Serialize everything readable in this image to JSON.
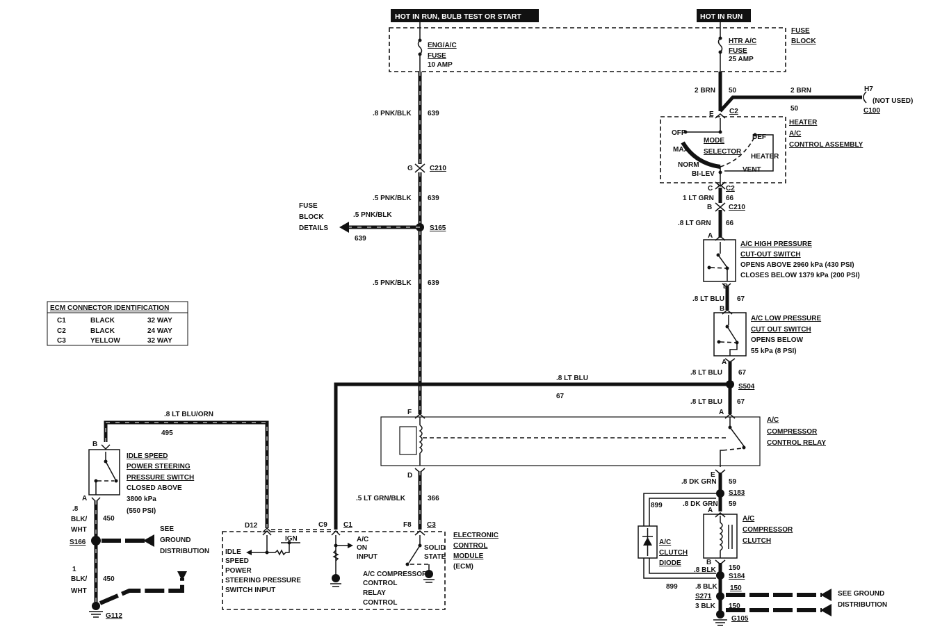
{
  "labels": {
    "banner_left": "HOT IN RUN, BULB TEST OR START",
    "banner_right": "HOT IN RUN",
    "eng_fuse_name": "ENG/A/C",
    "eng_fuse_fuse": "FUSE",
    "eng_fuse_amp": "10 AMP",
    "htr_fuse_name": "HTR A/C",
    "htr_fuse_fuse": "FUSE",
    "htr_fuse_amp": "25 AMP",
    "fuse_block_1": "FUSE",
    "fuse_block_2": "BLOCK",
    "w639_a_gauge": ".8 PNK/BLK",
    "w639_a_num": "639",
    "g_pin": "G",
    "c210_left": "C210",
    "w639_b_gauge": ".5 PNK/BLK",
    "w639_b_num": "639",
    "s165": "S165",
    "fbd_1": "FUSE",
    "fbd_2": "BLOCK",
    "fbd_3": "DETAILS",
    "fbd_gauge": ".5 PNK/BLK",
    "fbd_num": "639",
    "w639_c_gauge": ".5 PNK/BLK",
    "w639_c_num": "639",
    "ecm_table_title": "ECM CONNECTOR IDENTIFICATION",
    "c1": "C1",
    "c1_color": "BLACK",
    "c1_way": "32 WAY",
    "c2": "C2",
    "c2_color": "BLACK",
    "c2_way": "24 WAY",
    "c3": "C3",
    "c3_color": "YELLOW",
    "c3_way": "32 WAY",
    "w50_gauge": "2 BRN",
    "w50_num": "50",
    "h7_gauge": "2 BRN",
    "h7_num": "50",
    "h7": "H7",
    "not_used": "(NOT USED)",
    "c100": "C100",
    "e_pin": "E",
    "c2_top": "C2",
    "off": "OFF",
    "mode": "MODE",
    "selector": "SELECTOR",
    "max": "MAX",
    "norm": "NORM",
    "bilev": "BI-LEV",
    "def": "DEF",
    "heater_pos": "HEATER",
    "vent": "VENT",
    "hac_1": "HEATER",
    "hac_2": "A/C",
    "hac_3": "CONTROL ASSEMBLY",
    "c_pin": "C",
    "c2_bot": "C2",
    "w66_a_gauge": "1 LT GRN",
    "w66_a_num": "66",
    "b_pin_c210": "B",
    "c210_right": "C210",
    "w66_b_gauge": ".8 LT GRN",
    "w66_b_num": "66",
    "a_pin_hp": "A",
    "hp_1": "A/C HIGH PRESSURE",
    "hp_2": "CUT-OUT SWITCH",
    "hp_3": "OPENS ABOVE 2960 kPa (430 PSI)",
    "hp_4": "CLOSES BELOW 1379 kPa (200 PSI)",
    "b_pin_hp": "B",
    "w67_a_gauge": ".8 LT BLU",
    "w67_a_num": "67",
    "b_pin_lp": "B",
    "lp_1": "A/C LOW PRESSURE",
    "lp_2": "CUT OUT SWITCH",
    "lp_3": "OPENS BELOW",
    "lp_4": "55 kPa (8 PSI)",
    "a_pin_lp": "A",
    "w67_b_gauge": ".8 LT BLU",
    "w67_b_num": "67",
    "s504": "S504",
    "w67_h_gauge": ".8 LT BLU",
    "w67_h_num": "67",
    "w67_c_gauge": ".8 LT BLU",
    "w67_c_num": "67",
    "a_pin_relay": "A",
    "relay_1": "A/C",
    "relay_2": "COMPRESSOR",
    "relay_3": "CONTROL RELAY",
    "f_pin": "F",
    "d_pin": "D",
    "e_pin_relay": "E",
    "w59_a_gauge": ".8 DK GRN",
    "w59_a_num": "59",
    "s183": "S183",
    "w59_b_gauge": ".8 DK GRN",
    "w59_b_num": "59",
    "a_pin_clutch": "A",
    "cl_1": "A/C",
    "cl_2": "COMPRESSOR",
    "cl_3": "CLUTCH",
    "diode_1": "A/C",
    "diode_2": "CLUTCH",
    "diode_3": "DIODE",
    "w899_top": "899",
    "w899_bot": "899",
    "b_pin_clutch": "B",
    "w150_a_gauge": ".8 BLK",
    "w150_a_num": "150",
    "s184": "S184",
    "w150_b_gauge": ".8 BLK",
    "w150_b_num": "150",
    "s271": "S271",
    "w150_c_gauge": "3 BLK",
    "w150_c_num": "150",
    "g105": "G105",
    "sgd_r_1": "SEE GROUND",
    "sgd_r_2": "DISTRIBUTION",
    "w366_gauge": ".5 LT GRN/BLK",
    "w366_num": "366",
    "d12": "D12",
    "c9": "C9",
    "c1_conn": "C1",
    "f8": "F8",
    "c3_conn": "C3",
    "ecm_idle_1": "IDLE",
    "ecm_idle_2": "SPEED",
    "ecm_idle_3": "POWER",
    "ecm_idle_4": "STEERING PRESSURE",
    "ecm_idle_5": "SWITCH INPUT",
    "ign": "IGN",
    "acon_1": "A/C",
    "acon_2": "ON",
    "acon_3": "INPUT",
    "solid": "SOLID",
    "state": "STATE",
    "accr_1": "A/C COMPRESSOR",
    "accr_2": "CONTROL",
    "accr_3": "RELAY",
    "accr_4": "CONTROL",
    "ecm_1": "ELECTRONIC",
    "ecm_2": "CONTROL",
    "ecm_3": "MODULE",
    "ecm_4": "(ECM)",
    "w495_gauge": ".8 LT BLU/ORN",
    "w495_num": "495",
    "b_pin_ps": "B",
    "ps_1": "IDLE SPEED",
    "ps_2": "POWER STEERING",
    "ps_3": "PRESSURE SWITCH",
    "ps_4": "CLOSED ABOVE",
    "ps_5": "3800 kPa",
    "ps_6": "(550 PSI)",
    "a_pin_ps": "A",
    "w450_a_g1": ".8",
    "w450_a_g2": "BLK/",
    "w450_a_g3": "WHT",
    "w450_a_num": "450",
    "s166": "S166",
    "sgd_l_1": "SEE",
    "sgd_l_2": "GROUND",
    "sgd_l_3": "DISTRIBUTION",
    "w450_b_g1": "1",
    "w450_b_g2": "BLK/",
    "w450_b_g3": "WHT",
    "w450_b_num": "450",
    "g112": "G112"
  }
}
